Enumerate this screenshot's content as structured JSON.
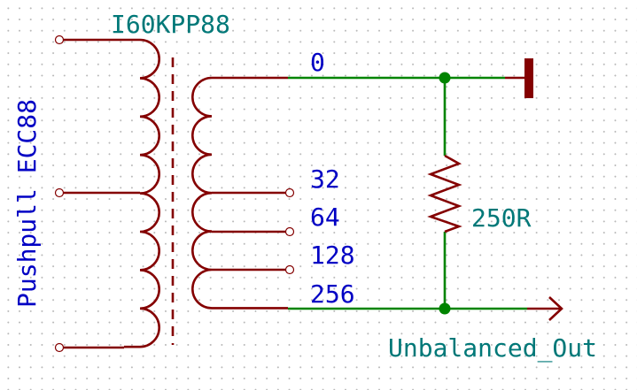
{
  "transformer": {
    "part": "I60KPP88",
    "primary_label": "Pushpull ECC88",
    "taps": [
      "0",
      "32",
      "64",
      "128",
      "256"
    ]
  },
  "resistor": {
    "value": "250R"
  },
  "output": {
    "net_label": "Unbalanced_Out"
  },
  "colors": {
    "symbol": "#840000",
    "wire": "#008400",
    "text_blue": "#0000c4",
    "text_teal": "#007878",
    "grid_dot": "#b8b8b8"
  }
}
